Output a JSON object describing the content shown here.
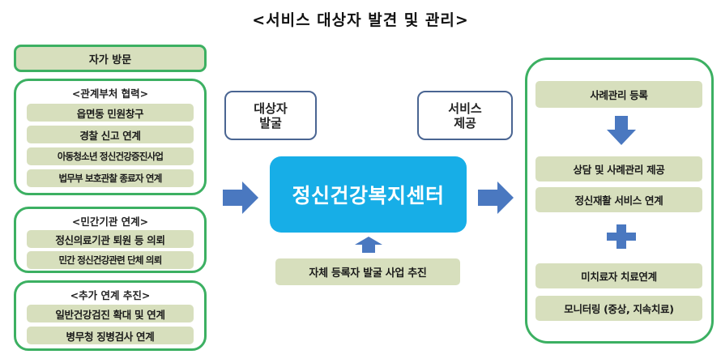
{
  "title": "<서비스 대상자 발견 및 관리>",
  "left": {
    "self_visit": "자가 방문",
    "groups": [
      {
        "header": "<관계부처 협력>",
        "items": [
          "읍면동 민원창구",
          "경찰 신고 연계",
          "아동청소년 정신건강증진사업",
          "법무부 보호관찰 종료자 연계"
        ]
      },
      {
        "header": "<민간기관 연계>",
        "items": [
          "정신의료기관 퇴원 등 의뢰",
          "민간 정신건강관련 단체 의뢰"
        ]
      },
      {
        "header": "<추가 연계 추진>",
        "items": [
          "일반건강검진 확대 및 연계",
          "병무청 징병검사 연계"
        ]
      }
    ]
  },
  "middle": {
    "discovery_label_line1": "대상자",
    "discovery_label_line2": "발굴",
    "service_label_line1": "서비스",
    "service_label_line2": "제공",
    "center": "정신건강복지센터",
    "self_registration": "자체 등록자 발굴 사업 추진"
  },
  "right": {
    "case_registration": "사례관리 등록",
    "services": [
      "상담 및 사례관리 제공",
      "정신재활 서비스 연계"
    ],
    "followup": [
      "미치료자 치료연계",
      "모니터링 (중상, 지속치료)"
    ]
  },
  "colors": {
    "group_border": "#3cb062",
    "pill_fill": "#d7dfbd",
    "center_fill": "#17aee7",
    "arrow_fill": "#4a78c0",
    "label_border": "#4a6592"
  }
}
